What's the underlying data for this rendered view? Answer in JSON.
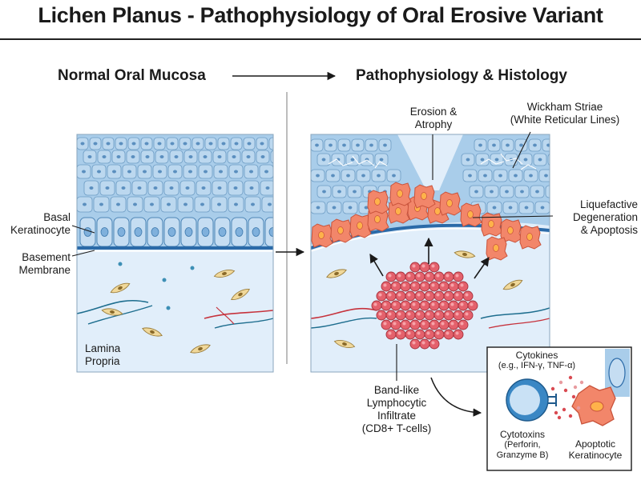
{
  "title": "Lichen Planus - Pathophysiology of Oral Erosive Variant",
  "headings": {
    "left": "Normal Oral Mucosa",
    "right": "Pathophysiology & Histology"
  },
  "left_labels": {
    "basal": [
      "Basal",
      "Keratinocyte"
    ],
    "membrane": [
      "Basement",
      "Membrane"
    ],
    "lamina": [
      "Lamina",
      "Propria"
    ]
  },
  "right_labels": {
    "erosion": [
      "Erosion &",
      "Atrophy"
    ],
    "wickham": [
      "Wickham Striae",
      "(White Reticular Lines)"
    ],
    "liquefactive": [
      "Liquefactive",
      "Degeneration",
      "& Apoptosis"
    ],
    "infiltrate": [
      "Band-like",
      "Lymphocytic",
      "Infiltrate",
      "(CD8+ T-cells)"
    ]
  },
  "inset_labels": {
    "cytokines": [
      "Cytokines",
      "(e.g., IFN-γ, TNF-α)"
    ],
    "cytotoxins": [
      "Cytotoxins",
      "(Perforin,",
      "Granzyme B)"
    ],
    "apoptotic": [
      "Apoptotic",
      "Keratinocyte"
    ]
  },
  "colors": {
    "epithelium": "#a9cdea",
    "basal": "#c5ddf2",
    "lamina": "#e1eefa",
    "apoptotic": "#f2866a",
    "lymphocyte": "#e4616c",
    "vessel_red": "#c6323c",
    "vessel_blue": "#1d6d8e",
    "fibroblast": "#f0d89a"
  }
}
